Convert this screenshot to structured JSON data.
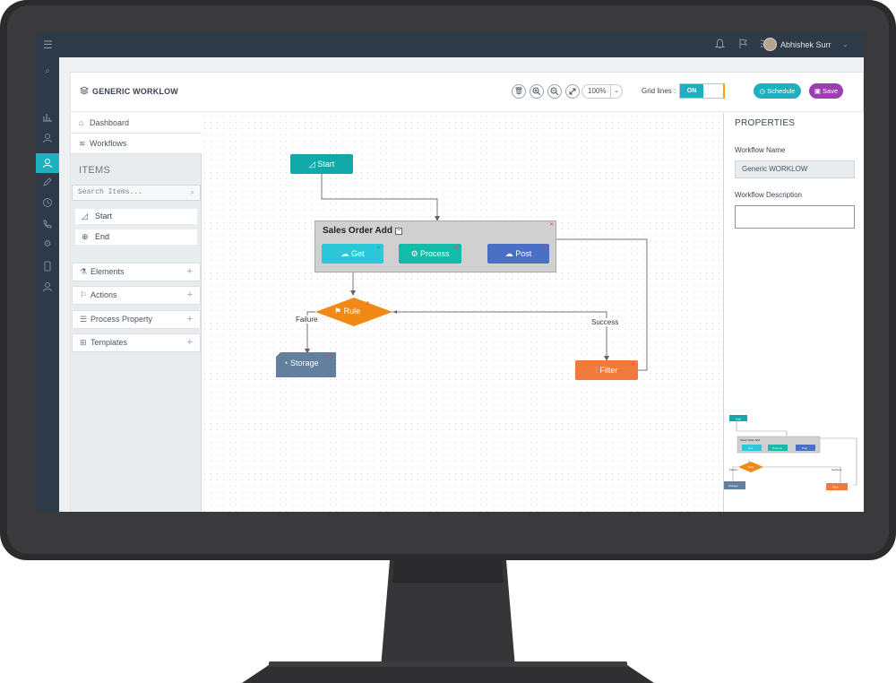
{
  "topbar": {
    "user_name": "Abhishek Surr",
    "icons": [
      "menu-icon",
      "bell-icon",
      "flag-icon",
      "rss-icon",
      "chevron-down-icon"
    ]
  },
  "rail": {
    "icons": [
      "search-icon",
      "chart-icon",
      "user-icon",
      "user-active-icon",
      "pencil-icon",
      "clock-icon",
      "phone-icon",
      "gear-icon",
      "tablet-icon",
      "person-icon"
    ]
  },
  "header": {
    "title": "GENERIC WORKLOW",
    "zoom": "100%",
    "grid_label": "Grid lines :",
    "grid_toggle": "ON",
    "schedule": "Schedule",
    "save": "Save"
  },
  "nav": {
    "dashboard": "Dashboard",
    "workflows": "Workflows"
  },
  "items": {
    "heading": "ITEMS",
    "search_placeholder": "Search Items...",
    "start": "Start",
    "end": "End"
  },
  "sections": {
    "elements": "Elements",
    "actions": "Actions",
    "process_property": "Process Property",
    "templates": "Templates"
  },
  "canvas": {
    "start": "Start",
    "group_title": "Sales Order Add",
    "get": "Get",
    "process": "Process",
    "post": "Post",
    "rule": "Rule",
    "failure": "Failure",
    "success": "Success",
    "storage": "Storage",
    "filter": "Filter"
  },
  "properties": {
    "title": "PROPERTIES",
    "workflow_name_label": "Workflow Name",
    "workflow_name_value": "Generic WORKLOW",
    "workflow_description_label": "Workflow Description",
    "workflow_description_value": ""
  },
  "minimap": {
    "start": "Start",
    "group": "Sales Order Add",
    "get": "Get",
    "process": "Process",
    "post": "Post",
    "rule": "Rule",
    "failure": "Failure",
    "success": "Success",
    "storage": "Storage",
    "filter": "Filter"
  },
  "colors": {
    "teal": "#1fb0c0",
    "start_node": "#11a9a9",
    "get_node": "#2ac8d8",
    "process_node": "#13bca8",
    "post_node": "#4a6fc4",
    "rule_node": "#f08a14",
    "storage_node": "#62809e",
    "filter_node": "#f07a3c",
    "save_purple": "#9b3fb0"
  }
}
